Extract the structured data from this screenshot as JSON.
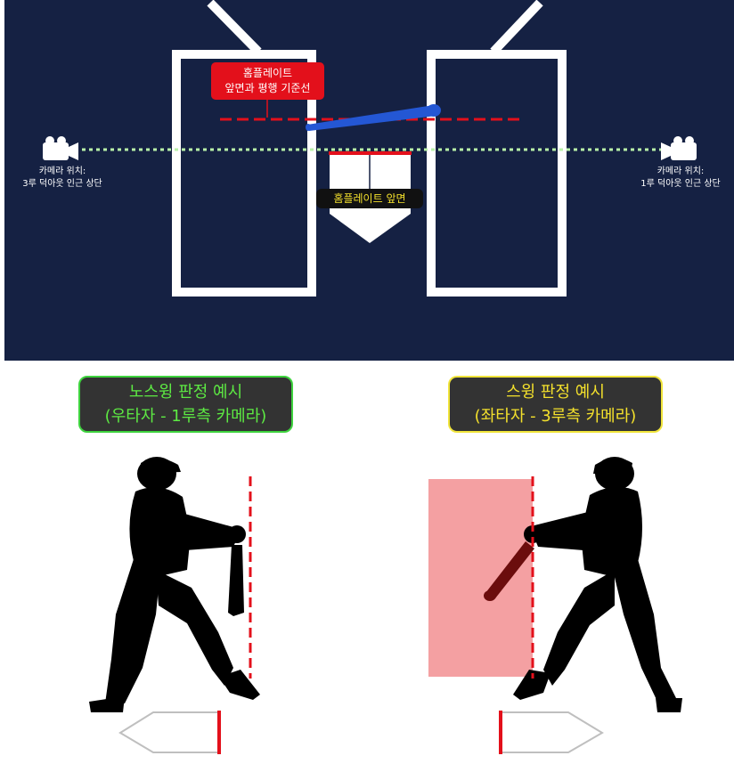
{
  "field": {
    "reference_line_label": [
      "홈플레이트",
      "앞면과 평행 기준선"
    ],
    "home_plate_front_label": "홈플레이트 앞면",
    "camera_left": {
      "icon": "video-camera-icon",
      "caption": [
        "카메라 위치:",
        "3루 덕아웃 인근 상단"
      ]
    },
    "camera_right": {
      "icon": "video-camera-icon",
      "caption": [
        "카메라 위치:",
        "1루 덕아웃 인근 상단"
      ]
    }
  },
  "examples": {
    "no_swing": {
      "title": [
        "노스윙 판정 예시",
        "(우타자 - 1루측 카메라)"
      ]
    },
    "swing": {
      "title": [
        "스윙 판정 예시",
        "(좌타자 - 3루측 카메라)"
      ]
    }
  },
  "colors": {
    "navy": "#152143",
    "red": "#e3101b",
    "green_accent": "#5dea43",
    "yellow_accent": "#f3e02c",
    "swing_zone_pink": "#f4a0a2",
    "bat_blue": "#2457d4"
  }
}
